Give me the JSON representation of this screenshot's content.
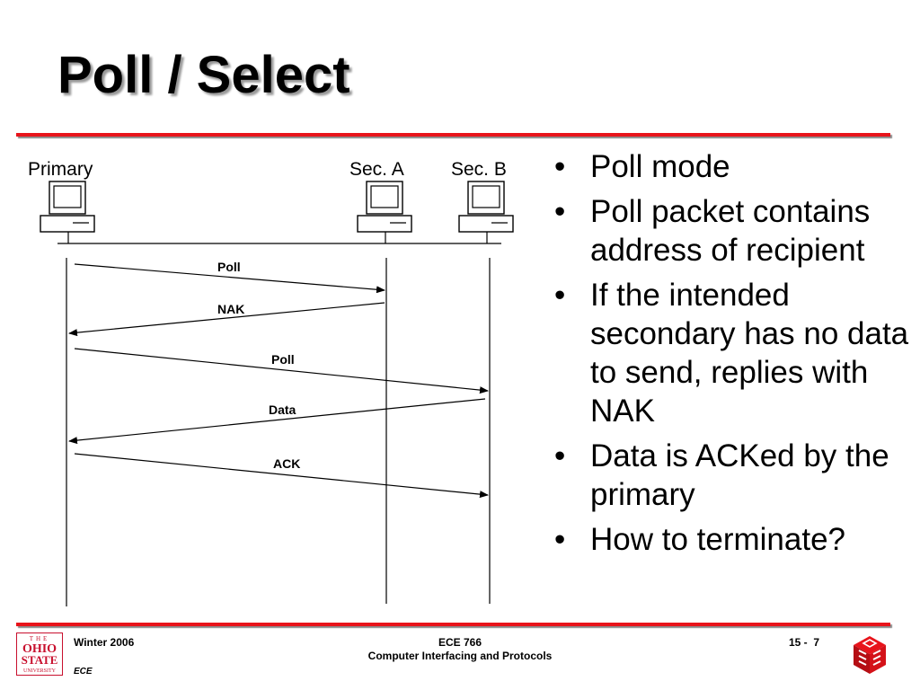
{
  "slide": {
    "title": "Poll / Select"
  },
  "diagram": {
    "nodes": [
      "Primary",
      "Sec. A",
      "Sec. B"
    ],
    "messages": [
      "Poll",
      "NAK",
      "Poll",
      "Data",
      "ACK"
    ]
  },
  "bullets": [
    "Poll mode",
    "Poll packet contains address of recipient",
    "If the intended secondary has no data to send, replies with NAK",
    "Data is ACKed by the primary",
    "How to terminate?"
  ],
  "footer": {
    "term": "Winter 2006",
    "dept": "ECE",
    "course": "ECE 766",
    "course_name": "Computer Interfacing and Protocols",
    "page_prefix": "15 -",
    "page_number": "7",
    "logo_text": [
      "THE",
      "OHIO",
      "STATE",
      "UNIVERSITY"
    ]
  },
  "colors": {
    "accent_red": "#e8141b"
  }
}
